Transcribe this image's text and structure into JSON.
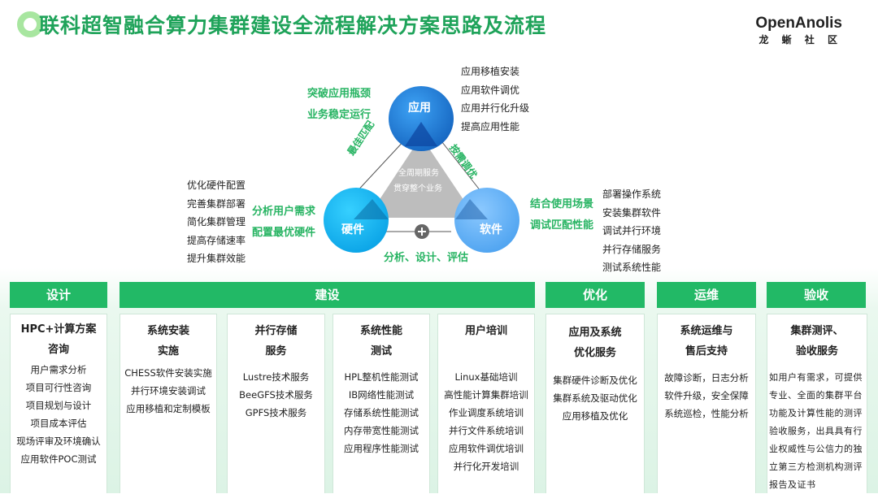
{
  "header": {
    "title": "联科超智融合算力集群建设全流程解决方案思路及流程",
    "logo_main": "OpenAnolis",
    "logo_sub": "龙 蜥 社 区"
  },
  "diagram": {
    "center_line1": "全周期服务",
    "center_line2": "贯穿整个业务",
    "node_app": "应用",
    "node_hw": "硬件",
    "node_sw": "软件",
    "edge_left": "最佳匹配",
    "edge_right": "按需调优",
    "edge_bottom": "分析、设计、评估",
    "app_green": [
      "突破应用瓶颈",
      "业务稳定运行"
    ],
    "app_list": [
      "应用移植安装",
      "应用软件调优",
      "应用并行化升级",
      "提高应用性能"
    ],
    "hw_green": [
      "分析用户需求",
      "配置最优硬件"
    ],
    "hw_list": [
      "优化硬件配置",
      "完善集群部署",
      "简化集群管理",
      "提高存储速率",
      "提升集群效能"
    ],
    "sw_green": [
      "结合使用场景",
      "调试匹配性能"
    ],
    "sw_list": [
      "部署操作系统",
      "安装集群软件",
      "调试并行环境",
      "并行存储服务",
      "测试系统性能"
    ]
  },
  "phases": {
    "design": "设计",
    "build": "建设",
    "optimize": "优化",
    "ops": "运维",
    "accept": "验收"
  },
  "cards": {
    "design": {
      "title": [
        "HPC+计算方案",
        "咨询"
      ],
      "items": [
        "用户需求分析",
        "项目可行性咨询",
        "项目规划与设计",
        "项目成本评估",
        "现场评审及环境确认",
        "应用软件POC测试"
      ]
    },
    "install": {
      "title": [
        "系统安装",
        "实施"
      ],
      "items": [
        "CHESS软件安装实施",
        "并行环境安装调试",
        "应用移植和定制模板"
      ]
    },
    "storage": {
      "title": [
        "并行存储",
        "服务"
      ],
      "items": [
        "Lustre技术服务",
        "BeeGFS技术服务",
        "GPFS技术服务"
      ]
    },
    "perf": {
      "title": [
        "系统性能",
        "测试"
      ],
      "items": [
        "HPL整机性能测试",
        "IB网络性能测试",
        "存储系统性能测试",
        "内存带宽性能测试",
        "应用程序性能测试"
      ]
    },
    "training": {
      "title": [
        "用户培训"
      ],
      "items": [
        "Linux基础培训",
        "高性能计算集群培训",
        "作业调度系统培训",
        "并行文件系统培训",
        "应用软件调优培训",
        "并行化开发培训"
      ]
    },
    "optimize": {
      "title": [
        "应用及系统",
        "优化服务"
      ],
      "items": [
        "集群硬件诊断及优化",
        "集群系统及驱动优化",
        "应用移植及优化"
      ]
    },
    "ops": {
      "title": [
        "系统运维与",
        "售后支持"
      ],
      "items": [
        "故障诊断，日志分析",
        "软件升级，安全保障",
        "系统巡检，性能分析"
      ]
    },
    "accept": {
      "title": [
        "集群测评、",
        "验收服务"
      ],
      "lines": [
        "如用户有需求，可提供",
        "专业、全面的集群平台",
        "功能及计算性能的测评",
        "验收服务，出具具有行",
        "业权威性与公信力的独",
        "立第三方检测机构测评",
        "报告及证书"
      ]
    }
  }
}
